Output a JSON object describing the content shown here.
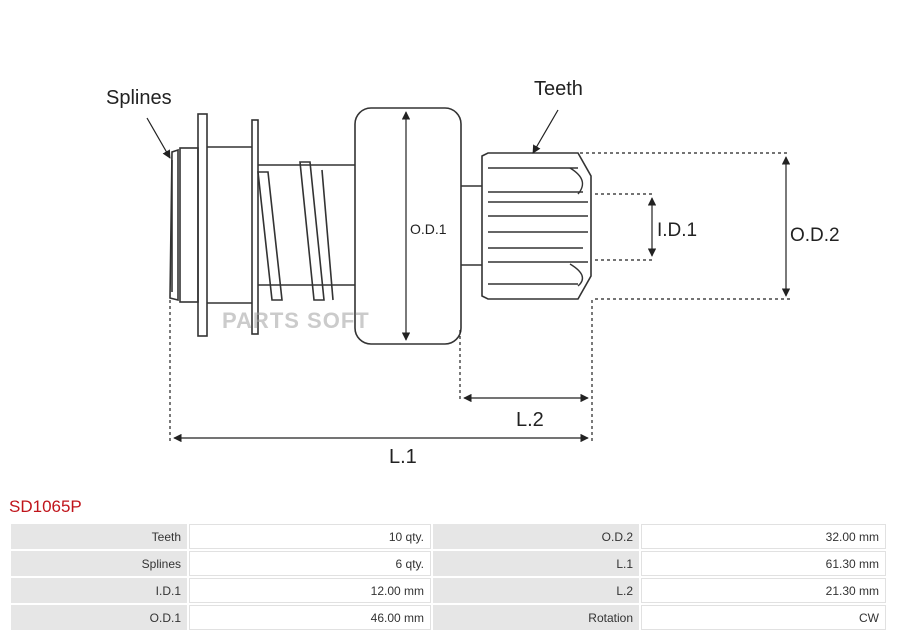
{
  "diagram": {
    "labels": {
      "splines": "Splines",
      "teeth": "Teeth",
      "od1": "O.D.1",
      "id1": "I.D.1",
      "od2": "O.D.2",
      "l1": "L.1",
      "l2": "L.2"
    },
    "watermark": "PARTS SOFT"
  },
  "part_code": "SD1065P",
  "specs": [
    {
      "label": "Teeth",
      "value": "10 qty."
    },
    {
      "label": "O.D.2",
      "value": "32.00 mm"
    },
    {
      "label": "Splines",
      "value": "6 qty."
    },
    {
      "label": "L.1",
      "value": "61.30 mm"
    },
    {
      "label": "I.D.1",
      "value": "12.00 mm"
    },
    {
      "label": "L.2",
      "value": "21.30 mm"
    },
    {
      "label": "O.D.1",
      "value": "46.00 mm"
    },
    {
      "label": "Rotation",
      "value": "CW"
    }
  ]
}
